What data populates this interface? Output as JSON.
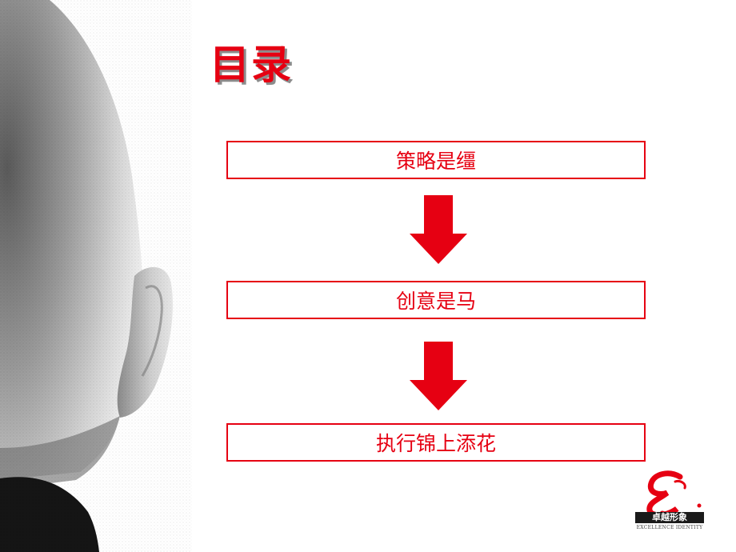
{
  "slide": {
    "title": "目录",
    "steps": [
      "策略是缰",
      "创意是马",
      "执行锦上添花"
    ]
  },
  "logo": {
    "name": "卓越形象",
    "english": "EXCELLENCE IDENTITY"
  },
  "colors": {
    "accent": "#e60012",
    "title_shadow": "#8c8c8c",
    "background": "#ffffff"
  },
  "icons": {
    "arrows": "down-arrow-icon",
    "logo": "brand-e-logo"
  }
}
